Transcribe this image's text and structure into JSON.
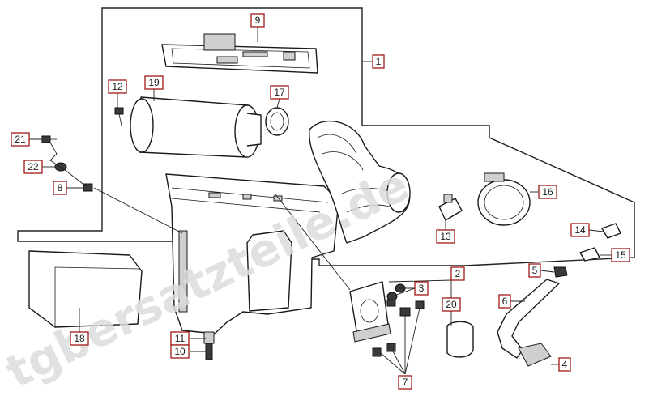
{
  "watermark": "tgbersatzteile.de",
  "labels": [
    {
      "id": "9",
      "text": "9"
    },
    {
      "id": "1",
      "text": "1"
    },
    {
      "id": "12",
      "text": "12"
    },
    {
      "id": "19",
      "text": "19"
    },
    {
      "id": "17",
      "text": "17"
    },
    {
      "id": "21",
      "text": "21"
    },
    {
      "id": "22",
      "text": "22"
    },
    {
      "id": "8",
      "text": "8"
    },
    {
      "id": "16",
      "text": "16"
    },
    {
      "id": "13",
      "text": "13"
    },
    {
      "id": "14",
      "text": "14"
    },
    {
      "id": "15",
      "text": "15"
    },
    {
      "id": "5",
      "text": "5"
    },
    {
      "id": "2",
      "text": "2"
    },
    {
      "id": "3",
      "text": "3"
    },
    {
      "id": "20",
      "text": "20"
    },
    {
      "id": "6",
      "text": "6"
    },
    {
      "id": "18",
      "text": "18"
    },
    {
      "id": "11",
      "text": "11"
    },
    {
      "id": "10",
      "text": "10"
    },
    {
      "id": "4",
      "text": "4"
    },
    {
      "id": "7",
      "text": "7"
    }
  ]
}
